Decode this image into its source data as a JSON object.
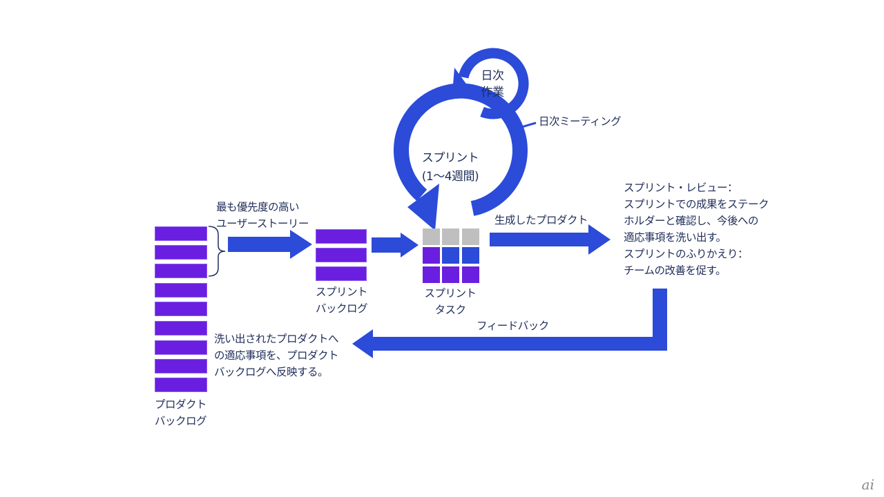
{
  "colors": {
    "purple": "#6a1fe0",
    "blue": "#2b4bd8",
    "gray": "#bfbfbf",
    "text": "#1f2d5a"
  },
  "labels": {
    "daily_work": [
      "日次",
      "作業"
    ],
    "daily_meeting": "日次ミーティング",
    "sprint": [
      "スプリント",
      "(1〜4週間)"
    ],
    "top_priority": [
      "最も優先度の高い",
      "ユーザーストーリー"
    ],
    "generated_product": "生成したプロダクト",
    "sprint_backlog": [
      "スプリント",
      "バックログ"
    ],
    "sprint_task": [
      "スプリント",
      "タスク"
    ],
    "product_backlog": [
      "プロダクト",
      "バックログ"
    ],
    "feedback": "フィードバック",
    "review": [
      "スプリント・レビュー：",
      "スプリントでの成果をステーク",
      "ホルダーと確認し、今後への",
      "適応事項を洗い出す。",
      "スプリントのふりかえり：",
      "チームの改善を促す。"
    ],
    "reflect": [
      "洗い出されたプロダクトへ",
      "の適応事項を、プロダクト",
      "バックログへ反映する。"
    ]
  },
  "logo": "ai"
}
